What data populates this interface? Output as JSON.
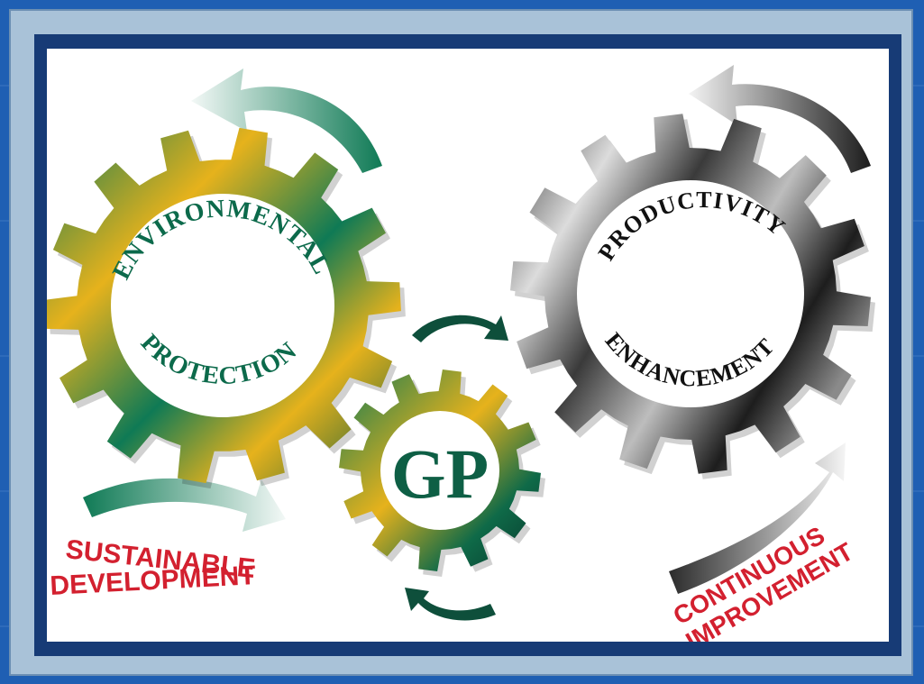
{
  "diagram": {
    "env_gear": {
      "top_text": "ENVIRONMENTAL",
      "bottom_text": "PROTECTION"
    },
    "prod_gear": {
      "top_text": "PRODUCTIVITY",
      "bottom_text": "ENHANCEMENT"
    },
    "center_gear": {
      "text": "GP"
    },
    "sustainable": {
      "line1": "SUSTAINABLE",
      "line2": "DEVELOPMENT"
    },
    "continuous": {
      "line1": "CONTINUOUS",
      "line2": "IMPROVEMENT"
    }
  },
  "colors": {
    "slide_background": "#1f5fb3",
    "outer_frame": "#a9c2d8",
    "inner_frame": "#173b76",
    "green_dark": "#0f7a55",
    "gold": "#e6b21c",
    "label_red": "#d3202f",
    "gear_text_green": "#0c6a4b",
    "gear_text_black": "#111111"
  }
}
